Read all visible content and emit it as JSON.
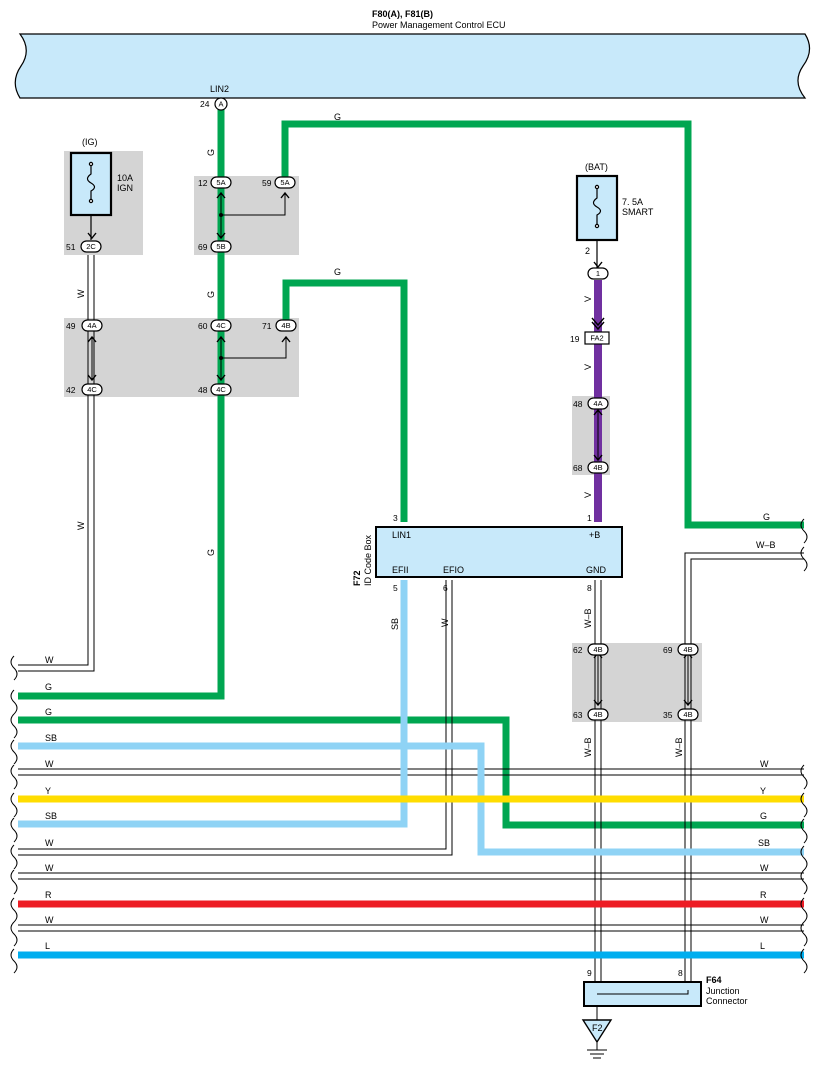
{
  "ecu": {
    "id": "F80(A), F81(B)",
    "name": "Power Management Control ECU",
    "pin_label": "LIN2",
    "pin_no": "24",
    "pin_conn": "A"
  },
  "idbox": {
    "id": "F72",
    "name": "ID Code Box",
    "lin1": "LIN1",
    "plus_b": "+B",
    "efii": "EFII",
    "efio": "EFIO",
    "gnd": "GND",
    "p3": "3",
    "p1": "1",
    "p5": "5",
    "p6": "6",
    "p8": "8"
  },
  "fuse_ig": {
    "source": "(IG)",
    "rating": "10A",
    "name": "IGN",
    "pin_no": "51",
    "conn": "2C"
  },
  "fuse_bat": {
    "source": "(BAT)",
    "rating": "7. 5A",
    "name": "SMART",
    "pin_no": "2"
  },
  "inline_conn": "1",
  "fa2": {
    "pin_no": "19",
    "label": "FA2"
  },
  "jb1": {
    "p12": "12",
    "c12": "5A",
    "p59": "59",
    "c59": "5A",
    "p69": "69",
    "c69": "5B"
  },
  "jb2": {
    "p49": "49",
    "c49": "4A",
    "p60": "60",
    "c60": "4C",
    "p71": "71",
    "c71": "4B",
    "p42": "42",
    "c42": "4C",
    "p48": "48",
    "c48": "4C"
  },
  "jb3": {
    "p48": "48",
    "c48": "4A",
    "p68": "68",
    "c68": "4B"
  },
  "jb4": {
    "p62": "62",
    "c62": "4B",
    "p69": "69",
    "c69": "4B",
    "p63": "63",
    "c63": "4B",
    "p35": "35",
    "c35": "4B"
  },
  "junction": {
    "id": "F64",
    "line1": "Junction",
    "line2": "Connector",
    "p9": "9",
    "p8": "8"
  },
  "ground": {
    "label": "F2"
  },
  "wire_labels": {
    "g": "G",
    "w": "W",
    "v": "V",
    "sb": "SB",
    "y": "Y",
    "r": "R",
    "l": "L",
    "wb": "W–B",
    "wb2": "W–B"
  },
  "colors": {
    "g": "#00A651",
    "v": "#7030A0",
    "sb": "#8FD3F5",
    "y": "#FFDD00",
    "r": "#ED1C24",
    "l": "#00AEEF",
    "box": "#C8E9FA",
    "jb": "#D4D4D4"
  }
}
